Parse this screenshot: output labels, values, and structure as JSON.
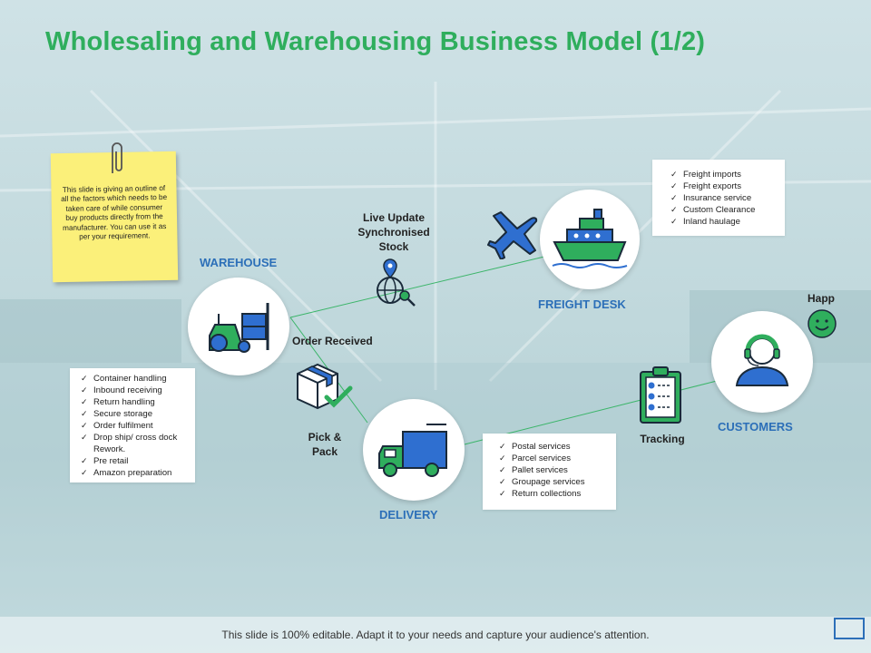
{
  "title": "Wholesaling and Warehousing Business Model (1/2)",
  "note": "This slide is giving an outline of all the factors which needs to be taken care of while consumer buy products directly from the manufacturer. You can use it as per your requirement.",
  "nodes": {
    "warehouse": "WAREHOUSE",
    "freight_desk": "FREIGHT DESK",
    "delivery": "DELIVERY",
    "customers": "CUSTOMERS"
  },
  "steps": {
    "live_update": [
      "Live Update",
      "Synchronised",
      "Stock"
    ],
    "order_received": "Order Received",
    "pick_pack": [
      "Pick &",
      "Pack"
    ],
    "tracking": "Tracking",
    "happ": "Happ"
  },
  "lists": {
    "warehouse": [
      "Container handling",
      "Inbound receiving",
      "Return handling",
      "Secure storage",
      "Order fulfilment",
      "Drop ship/ cross dock Rework.",
      "Pre retail",
      "Amazon preparation"
    ],
    "freight": [
      "Freight imports",
      "Freight exports",
      "Insurance service",
      "Custom Clearance",
      "Inland haulage"
    ],
    "delivery": [
      "Postal services",
      "Parcel services",
      "Pallet services",
      "Groupage services",
      "Return collections"
    ]
  },
  "footer": "This slide is 100% editable. Adapt it to your needs and capture your audience's attention.",
  "colors": {
    "title_green": "#2fae5d",
    "label_blue": "#2c6fb8",
    "icon_blue": "#2f6fd0",
    "icon_green": "#2fae5d",
    "note_yellow": "#fbf07a"
  }
}
